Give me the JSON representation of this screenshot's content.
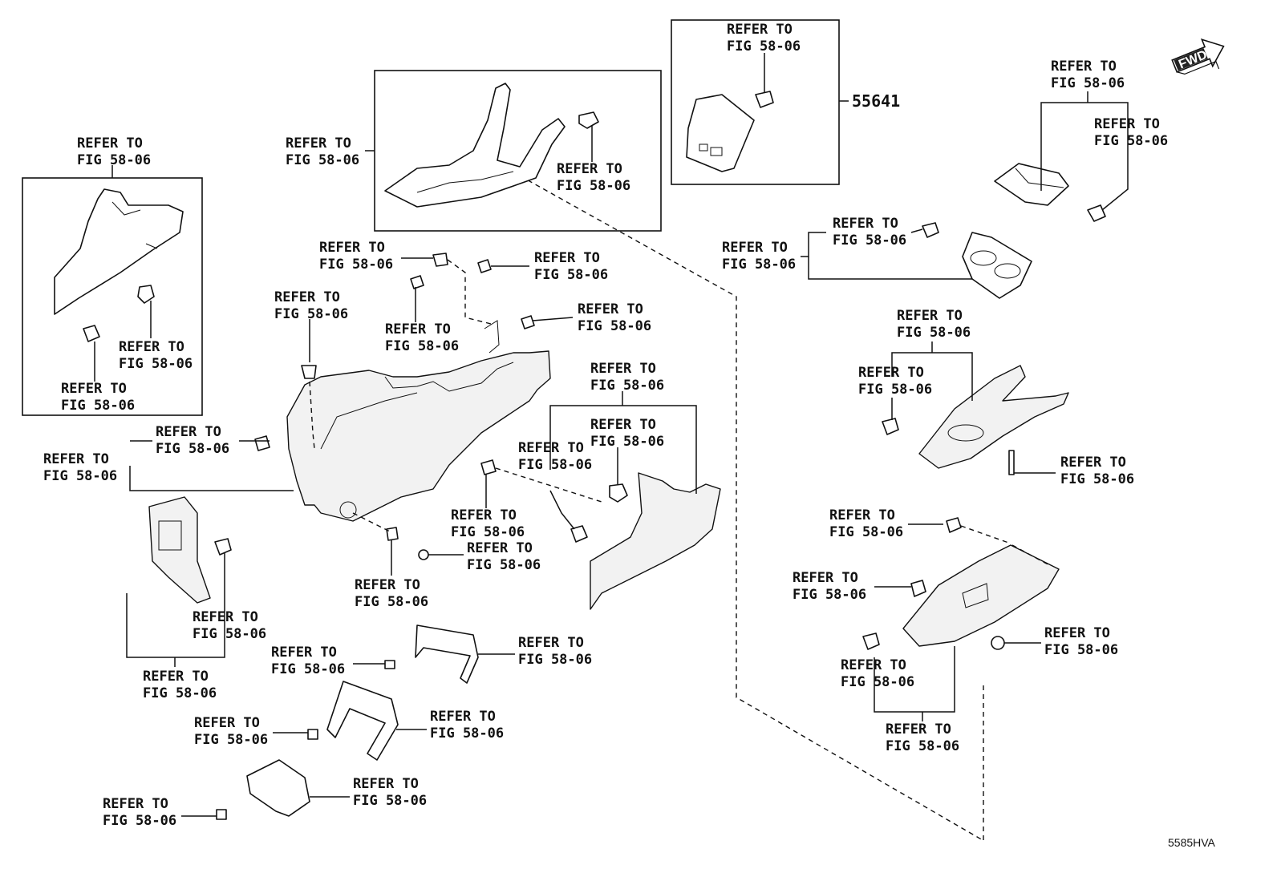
{
  "refer_line1": "REFER TO",
  "refer_line2": "FIG 58-06",
  "part_number": "55641",
  "fwd_label": "FWD",
  "diagram_code": "5585HVA"
}
